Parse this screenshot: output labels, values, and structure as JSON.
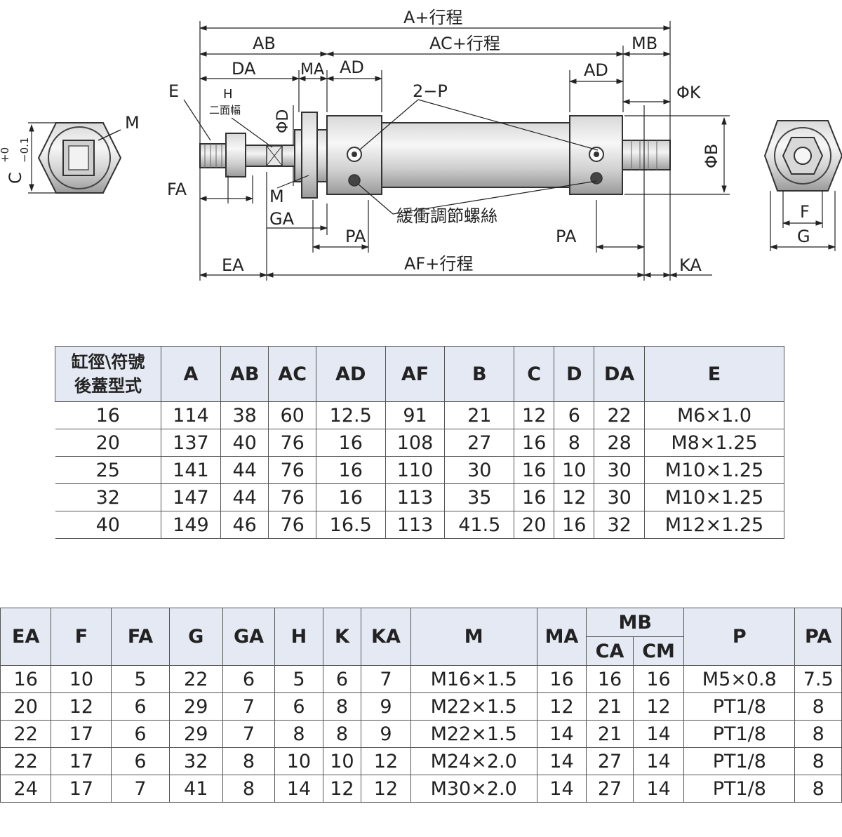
{
  "drawing": {
    "dims": {
      "a_stroke": "A+行程",
      "ab": "AB",
      "ac_stroke": "AC+行程",
      "mb": "MB",
      "da": "DA",
      "ma": "MA",
      "ad_left": "AD",
      "ad_right": "AD",
      "e": "E",
      "h": "H",
      "two_faces": "二面幅",
      "phi_d": "ΦD",
      "two_p": "2−P",
      "phi_k": "ΦK",
      "phi_b": "ΦB",
      "m_left": "M",
      "m_mid": "M",
      "fa": "FA",
      "ga": "GA",
      "cushion": "緩衝調節螺絲",
      "pa_left": "PA",
      "pa_right": "PA",
      "ea": "EA",
      "af_stroke": "AF+行程",
      "ka": "KA",
      "c_tol": "C",
      "c_tol_plus": "+0",
      "c_tol_minus": "−0.1",
      "f": "F",
      "g": "G"
    }
  },
  "table1": {
    "header_line1": "缸徑\\符號",
    "header_line2": "後蓋型式",
    "columns": [
      "A",
      "AB",
      "AC",
      "AD",
      "AF",
      "B",
      "C",
      "D",
      "DA",
      "E"
    ],
    "rows": [
      [
        "16",
        "114",
        "38",
        "60",
        "12.5",
        "91",
        "21",
        "12",
        "6",
        "22",
        "M6×1.0"
      ],
      [
        "20",
        "137",
        "40",
        "76",
        "16",
        "108",
        "27",
        "16",
        "8",
        "28",
        "M8×1.25"
      ],
      [
        "25",
        "141",
        "44",
        "76",
        "16",
        "110",
        "30",
        "16",
        "10",
        "30",
        "M10×1.25"
      ],
      [
        "32",
        "147",
        "44",
        "76",
        "16",
        "113",
        "35",
        "16",
        "12",
        "30",
        "M10×1.25"
      ],
      [
        "40",
        "149",
        "46",
        "76",
        "16.5",
        "113",
        "41.5",
        "20",
        "16",
        "32",
        "M12×1.25"
      ]
    ]
  },
  "table2": {
    "columns": [
      "EA",
      "F",
      "FA",
      "G",
      "GA",
      "H",
      "K",
      "KA",
      "M",
      "MA"
    ],
    "mb_group": "MB",
    "mb_sub": [
      "CA",
      "CM"
    ],
    "tail_columns": [
      "P",
      "PA"
    ],
    "rows": [
      [
        "16",
        "10",
        "5",
        "22",
        "6",
        "5",
        "6",
        "7",
        "M16×1.5",
        "16",
        "16",
        "16",
        "M5×0.8",
        "7.5"
      ],
      [
        "20",
        "12",
        "6",
        "29",
        "7",
        "6",
        "8",
        "9",
        "M22×1.5",
        "12",
        "21",
        "12",
        "PT1/8",
        "8"
      ],
      [
        "22",
        "17",
        "6",
        "29",
        "7",
        "8",
        "8",
        "9",
        "M22×1.5",
        "14",
        "21",
        "14",
        "PT1/8",
        "8"
      ],
      [
        "22",
        "17",
        "6",
        "32",
        "8",
        "10",
        "10",
        "12",
        "M24×2.0",
        "14",
        "27",
        "14",
        "PT1/8",
        "8"
      ],
      [
        "24",
        "17",
        "7",
        "41",
        "8",
        "14",
        "12",
        "12",
        "M30×2.0",
        "14",
        "27",
        "14",
        "PT1/8",
        "8"
      ]
    ]
  }
}
